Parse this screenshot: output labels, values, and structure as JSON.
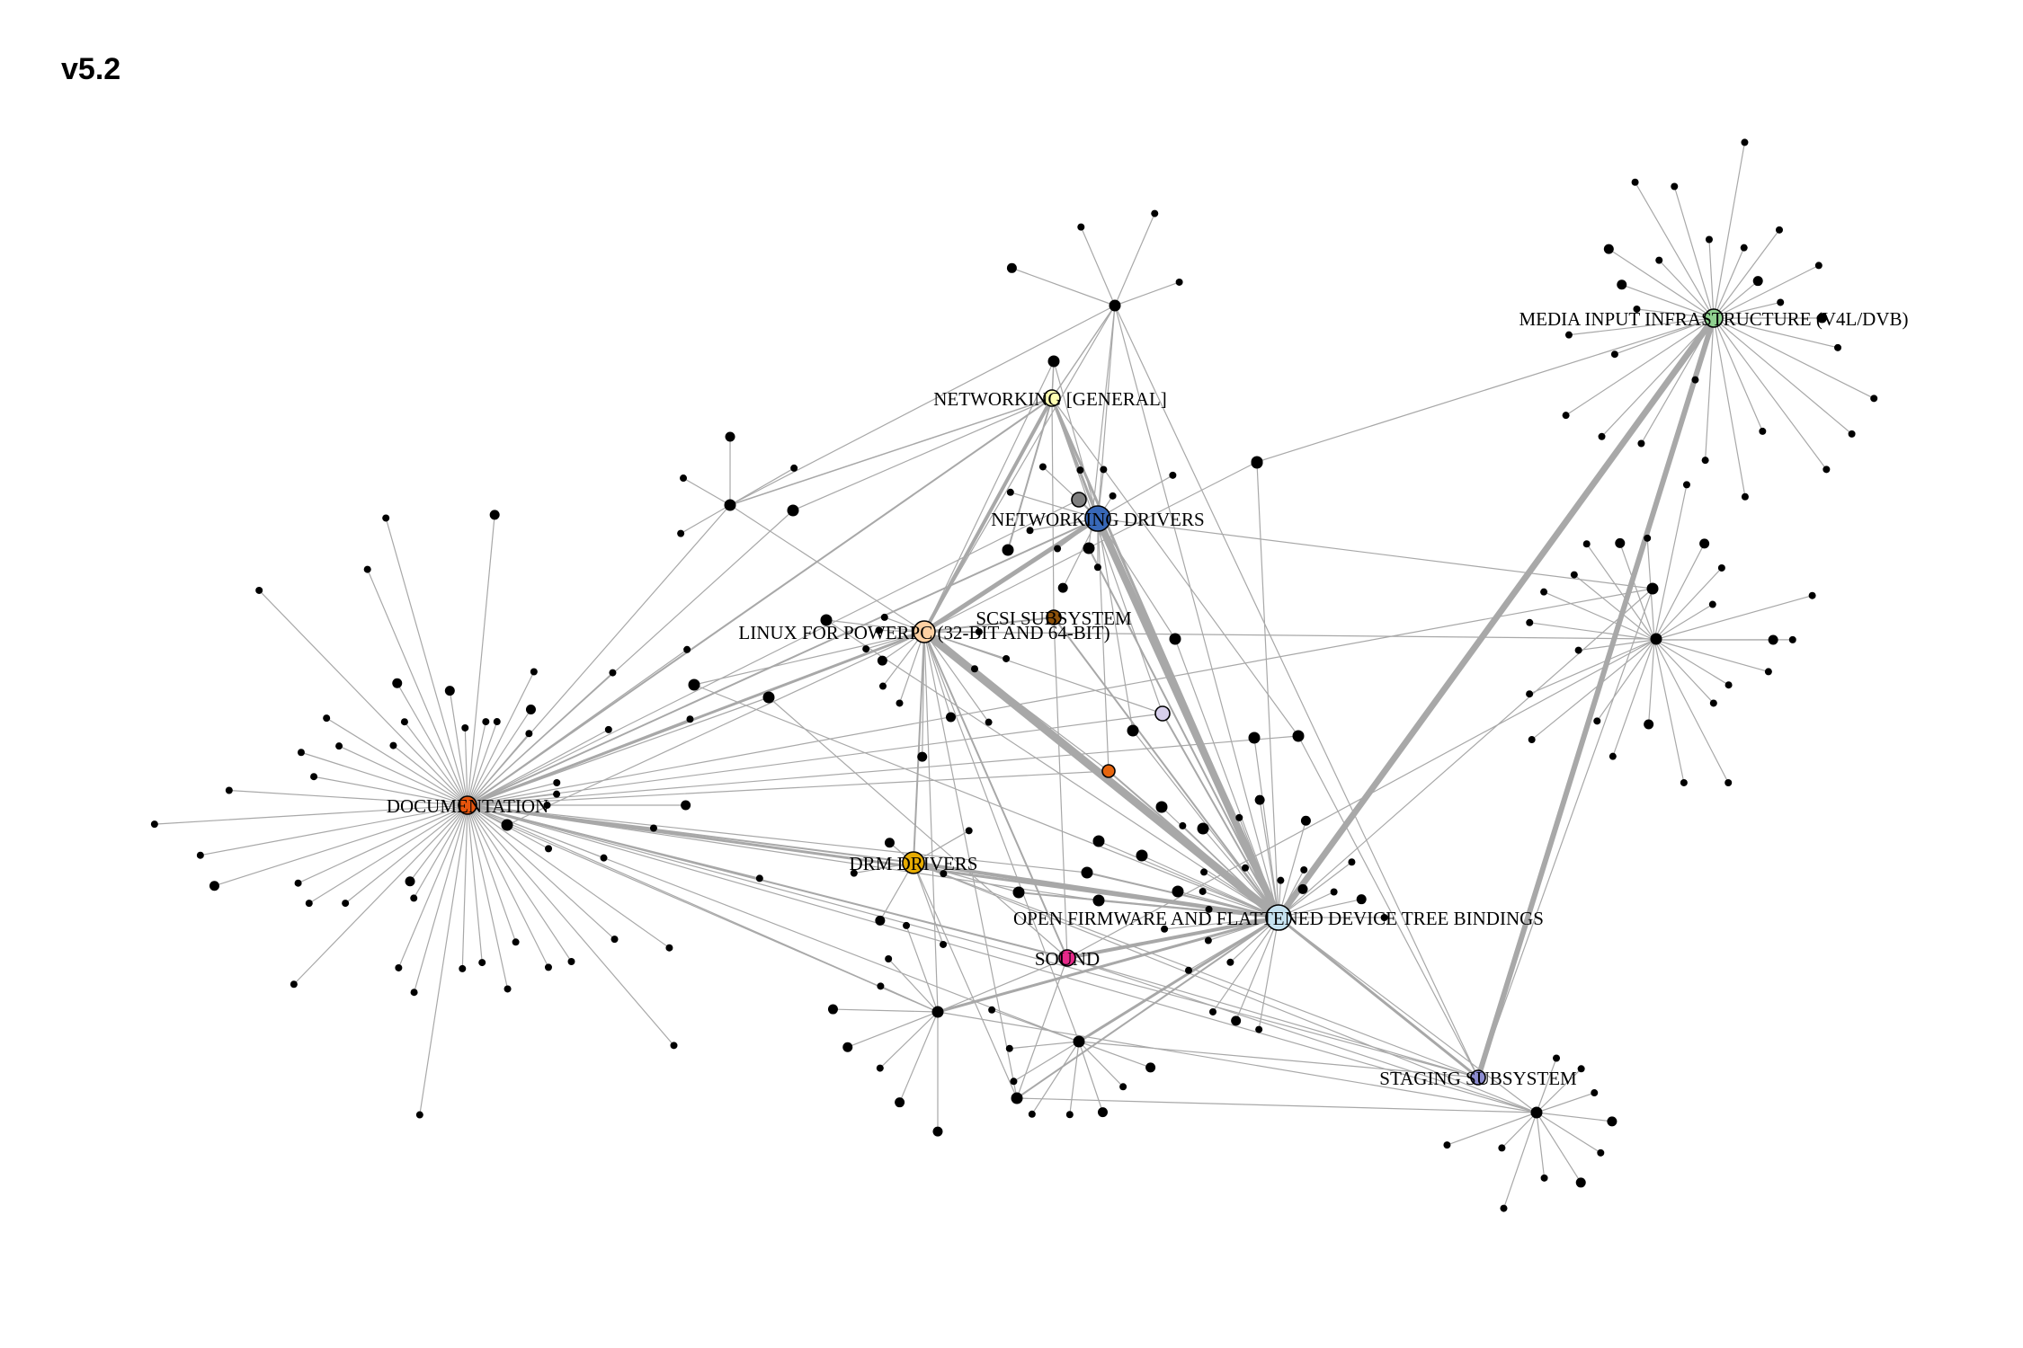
{
  "title": "v5.2",
  "colors": {
    "edge": "#a8a8a8",
    "leaf": "#000000"
  },
  "hubs": [
    {
      "id": "doc",
      "label": "DOCUMENTATION",
      "color": "#e6550d"
    },
    {
      "id": "ppc",
      "label": "LINUX FOR POWERPC (32-BIT AND 64-BIT)",
      "color": "#fdd0a2"
    },
    {
      "id": "net",
      "label": "NETWORKING [GENERAL]",
      "color": "#ffffb3"
    },
    {
      "id": "netdrv",
      "label": "NETWORKING DRIVERS",
      "color": "#3868b8"
    },
    {
      "id": "scsi",
      "label": "SCSI SUBSYSTEM",
      "color": "#8c510a"
    },
    {
      "id": "drm",
      "label": "DRM DRIVERS",
      "color": "#e6ab02"
    },
    {
      "id": "of",
      "label": "OPEN FIRMWARE AND FLATTENED DEVICE TREE BINDINGS",
      "color": "#c6e2f0"
    },
    {
      "id": "sound",
      "label": "SOUND",
      "color": "#e7298a"
    },
    {
      "id": "media",
      "label": "MEDIA INPUT INFRASTRUCTURE (V4L/DVB)",
      "color": "#8fd18f"
    },
    {
      "id": "staging",
      "label": "STAGING SUBSYSTEM",
      "color": "#8c8cd0"
    },
    {
      "id": "u1",
      "label": "",
      "color": "#d8d0ec"
    },
    {
      "id": "u2",
      "label": "",
      "color": "#e6650d"
    },
    {
      "id": "u3",
      "label": "",
      "color": "#7f7f7f"
    }
  ]
}
